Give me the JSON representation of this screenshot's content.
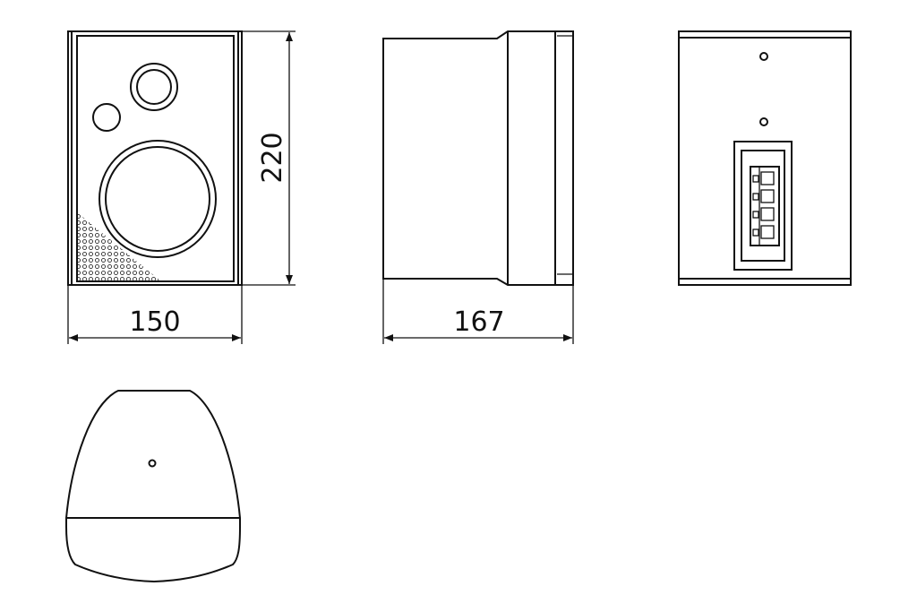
{
  "dimensions": {
    "height_label": "220",
    "front_width_label": "150",
    "side_depth_label": "167"
  },
  "colors": {
    "line": "#111111",
    "background": "#ffffff"
  }
}
